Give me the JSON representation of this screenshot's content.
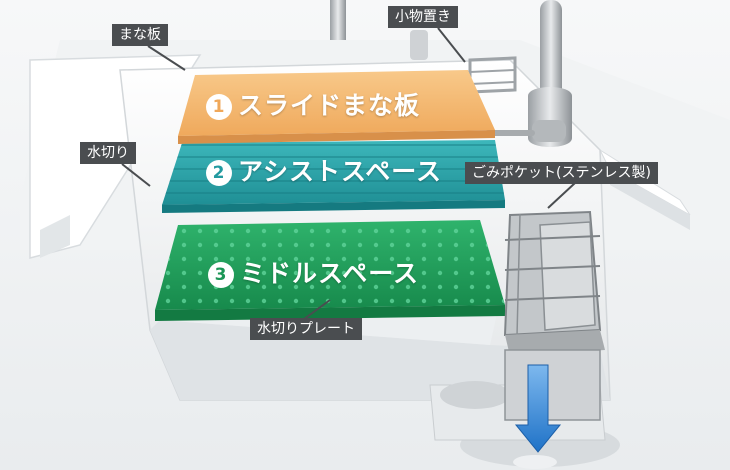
{
  "labels": {
    "mana_ita": "まな板",
    "komonooki": "小物置き",
    "mizukiri": "水切り",
    "gomi_pocket": "ごみポケット(ステンレス製)",
    "mizukiri_plate": "水切りプレート"
  },
  "plates": [
    {
      "number": "1",
      "name": "スライドまな板",
      "color": "#f5b870"
    },
    {
      "number": "2",
      "name": "アシストスペース",
      "color": "#2aa3a8"
    },
    {
      "number": "3",
      "name": "ミドルスペース",
      "color": "#1f9a5b"
    }
  ],
  "colors": {
    "label_bg": "#4a4d50",
    "sink_body": "#ffffff",
    "drain_arrow": "#2f86d6"
  }
}
